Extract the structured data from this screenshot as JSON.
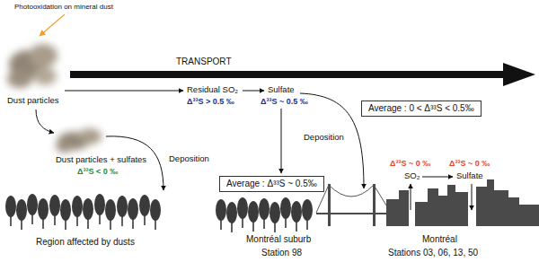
{
  "diagram": {
    "nodes": [
      {
        "text": [
          "Average : 0 < Δ³³S < 0.5‰"
        ]
      },
      {
        "text": [
          "Average : Δ³³S ~ 0.5‰"
        ]
      }
    ],
    "labels": [
      "Photooxidation on mineral dust",
      "TRANSPORT",
      "Dust particles",
      "Residual SO₂",
      "Sulfate",
      "Δ³³S > 0.5 ‰",
      "Δ³³S ~ 0.5 ‰",
      "Dust particles + sulfates",
      "Deposition",
      "Δ³³S < 0 ‰",
      "Deposition",
      "Δ³³S ~ 0 ‰",
      "SO₂",
      "Sulfate",
      "Δ³³S ~ 0 ‰",
      "Region affected by dusts",
      "Montréal suburb",
      "Station 98",
      "Montréal",
      "Stations 03, 06, 13, 50"
    ]
  }
}
